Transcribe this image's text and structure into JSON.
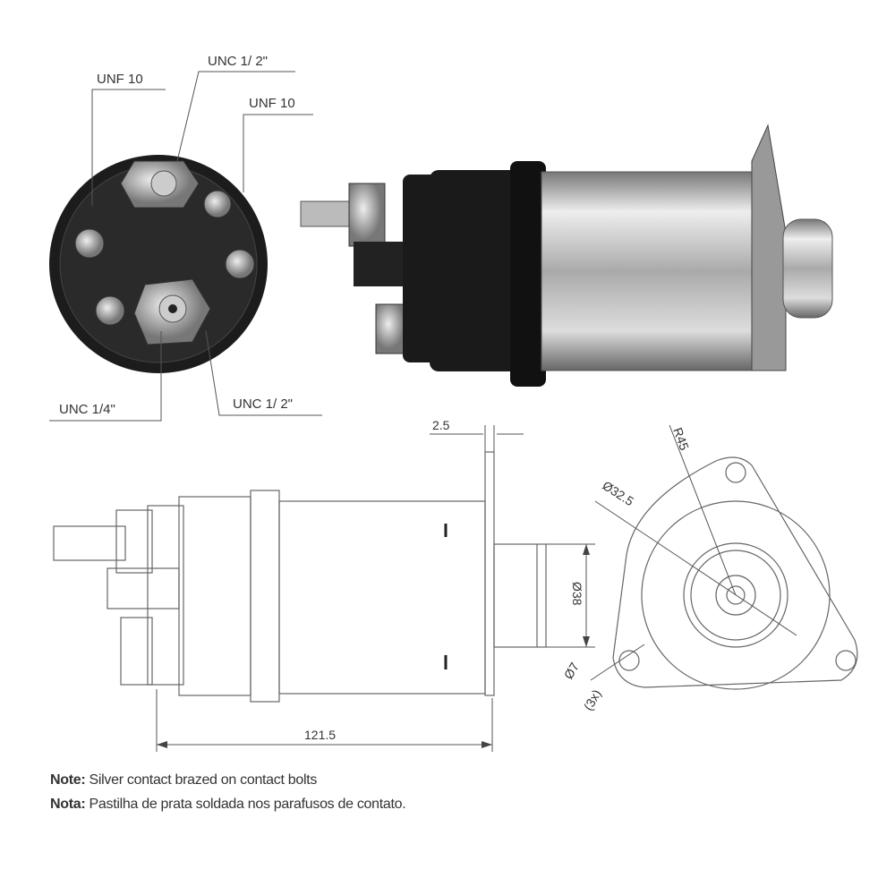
{
  "end_view_labels": {
    "top_left": "UNF 10",
    "top_center": "UNC 1/ 2\"",
    "top_right": "UNF 10",
    "bottom_left": "UNC 1/4\"",
    "bottom_right": "UNC 1/ 2\""
  },
  "dimensions": {
    "flange_thickness": "2.5",
    "overall_length": "121.5",
    "plunger_diameter": "Ø38",
    "radius": "R45",
    "bore_diameter": "Ø32.5",
    "hole_diameter": "Ø7",
    "hole_count": "(3x)"
  },
  "notes": [
    {
      "prefix": "Note:",
      "text": "Silver contact brazed on contact bolts"
    },
    {
      "prefix": "Nota:",
      "text": "Pastilha de prata soldada nos parafusos de contato."
    }
  ],
  "colors": {
    "body_dark": "#1a1a1a",
    "metal": "#b8b8b8",
    "line": "#666666"
  }
}
